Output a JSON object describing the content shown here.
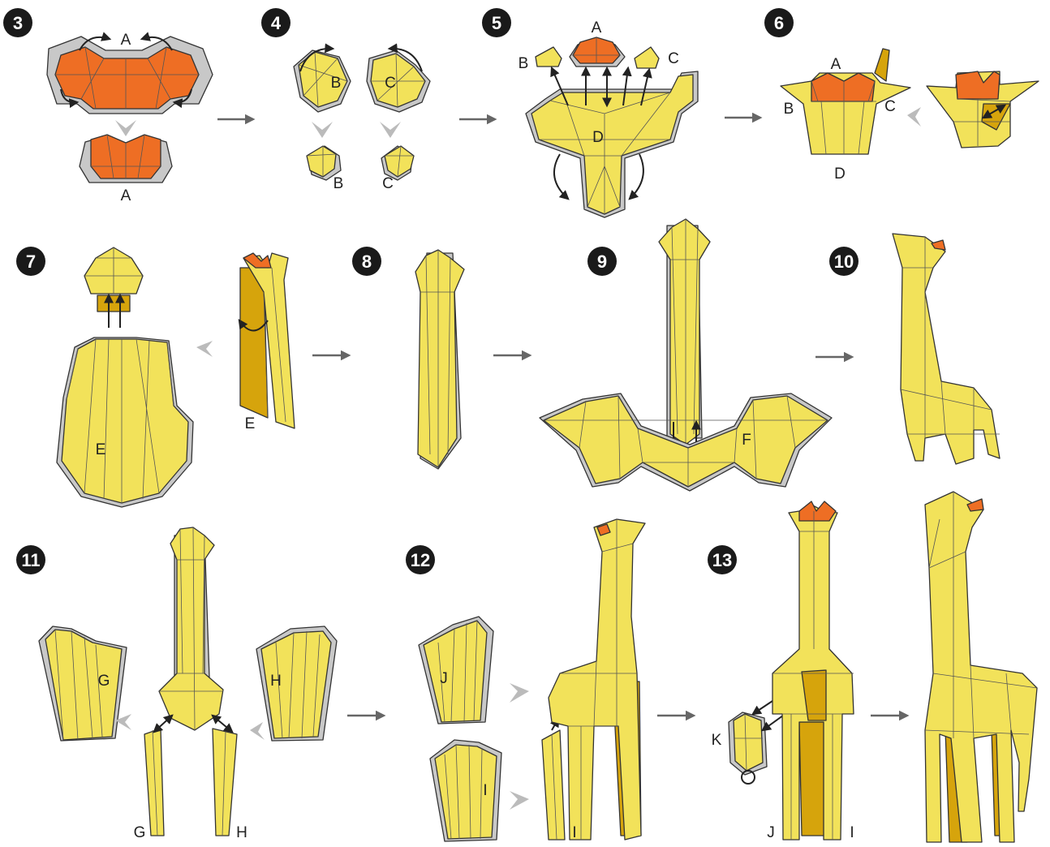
{
  "steps": [
    {
      "number": "3",
      "labels": [
        "A",
        "A"
      ]
    },
    {
      "number": "4",
      "labels": [
        "B",
        "C",
        "B",
        "C"
      ]
    },
    {
      "number": "5",
      "labels": [
        "A",
        "B",
        "C",
        "D"
      ]
    },
    {
      "number": "6",
      "labels": [
        "A",
        "B",
        "C",
        "D"
      ]
    },
    {
      "number": "7",
      "labels": [
        "E",
        "E"
      ]
    },
    {
      "number": "8",
      "labels": []
    },
    {
      "number": "9",
      "labels": [
        "F"
      ]
    },
    {
      "number": "10",
      "labels": []
    },
    {
      "number": "11",
      "labels": [
        "G",
        "H",
        "G",
        "H"
      ]
    },
    {
      "number": "12",
      "labels": [
        "J",
        "I",
        "I"
      ]
    },
    {
      "number": "13",
      "labels": [
        "K",
        "J",
        "I"
      ]
    }
  ],
  "colors": {
    "paper_yellow": "#f2e25a",
    "paper_orange": "#ee6e24",
    "paper_gray": "#c8c8c8",
    "paper_dark": "#d6a40c",
    "badge": "#1a1a1a"
  }
}
